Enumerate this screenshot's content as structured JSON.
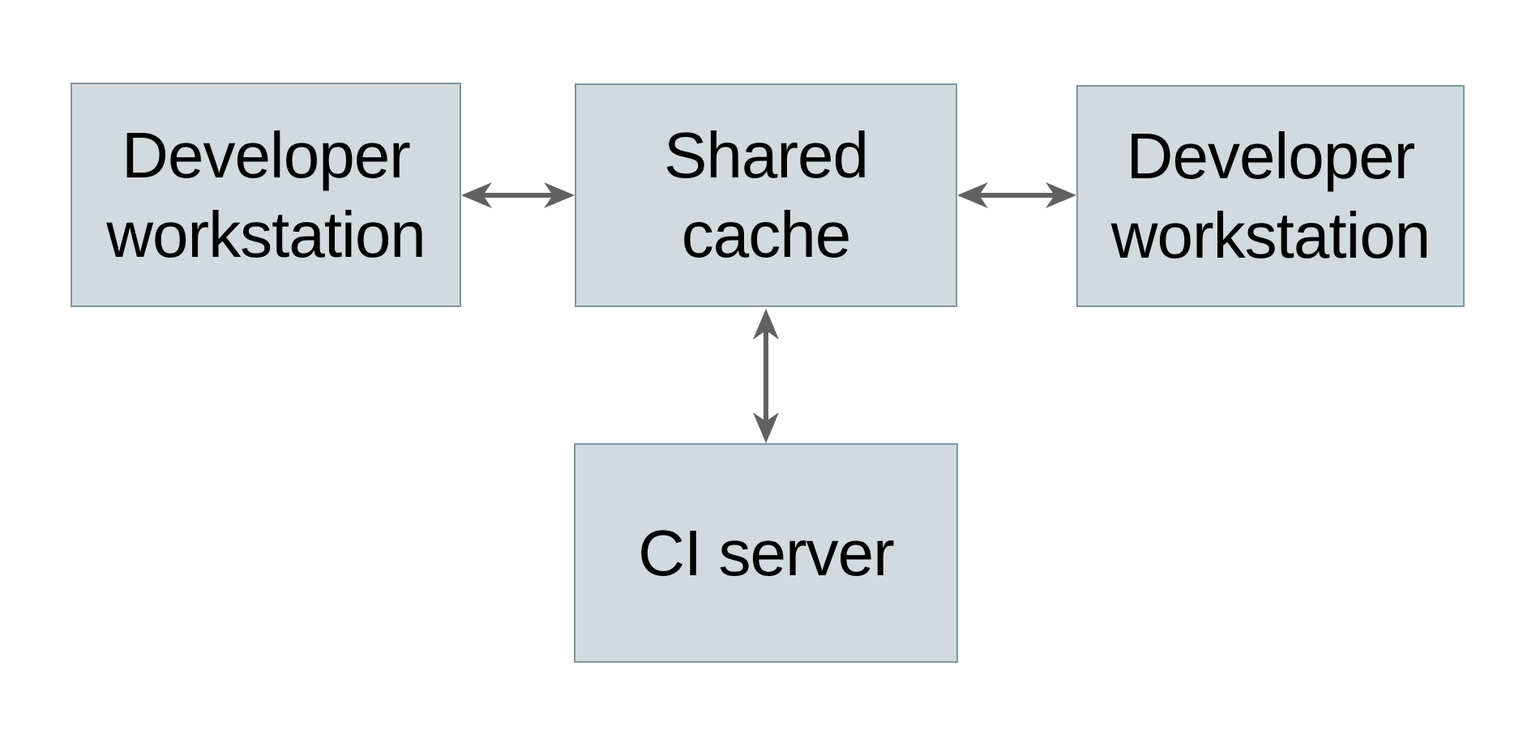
{
  "diagram": {
    "title": "",
    "nodes": [
      {
        "id": "developer-workstation-left",
        "label": "Developer workstation",
        "lines": [
          "Developer",
          "workstation"
        ]
      },
      {
        "id": "shared-cache",
        "label": "Shared cache",
        "lines": [
          "Shared",
          "cache"
        ]
      },
      {
        "id": "developer-workstation-right",
        "label": "Developer workstation",
        "lines": [
          "Developer",
          "workstation"
        ]
      },
      {
        "id": "ci-server",
        "label": "CI server",
        "lines": [
          "CI server"
        ]
      }
    ],
    "edges": [
      {
        "from": "developer-workstation-left",
        "to": "shared-cache",
        "direction": "bidirectional"
      },
      {
        "from": "shared-cache",
        "to": "developer-workstation-right",
        "direction": "bidirectional"
      },
      {
        "from": "shared-cache",
        "to": "ci-server",
        "direction": "bidirectional"
      }
    ],
    "colors": {
      "node_fill": "#d3dadd",
      "node_border": "#7e95a2",
      "arrow": "#616161",
      "text": "#000000",
      "background": "#ffffff"
    }
  }
}
